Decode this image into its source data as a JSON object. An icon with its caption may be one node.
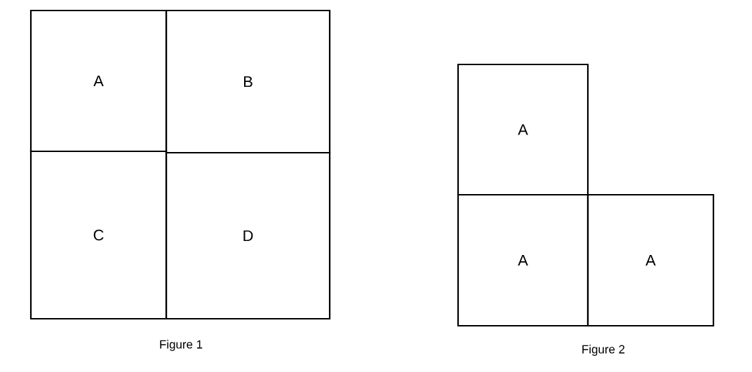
{
  "diagram": {
    "nodes": [
      {
        "text": [
          "A"
        ]
      },
      {
        "text": [
          "B"
        ]
      },
      {
        "text": [
          "C"
        ]
      },
      {
        "text": [
          "D"
        ]
      },
      {
        "text": [
          "A"
        ]
      },
      {
        "text": [
          "A"
        ]
      },
      {
        "text": [
          "A"
        ]
      }
    ],
    "labels": [
      "Figure 1",
      "Figure 2"
    ]
  }
}
